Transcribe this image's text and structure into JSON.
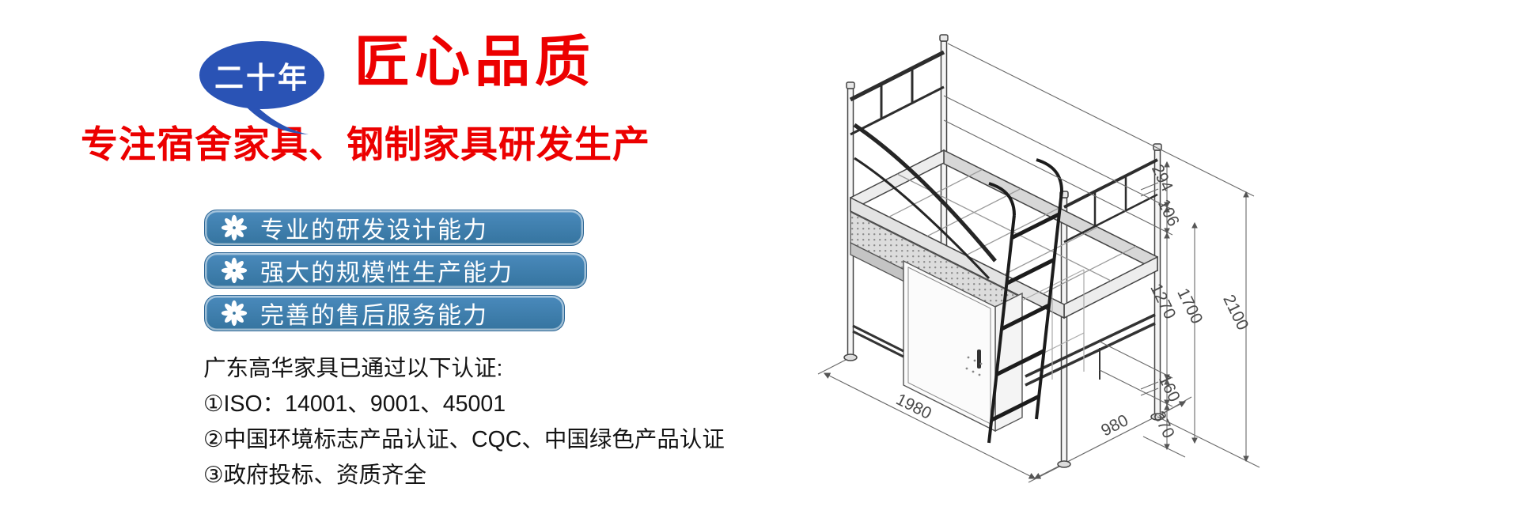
{
  "brand": {
    "badge": "二十年",
    "title": "匠心品质",
    "subtitle": "专注宿舍家具、钢制家具研发生产"
  },
  "features": [
    {
      "label": "专业的研发设计能力"
    },
    {
      "label": "强大的规模性生产能力"
    },
    {
      "label": "完善的售后服务能力"
    }
  ],
  "certifications": {
    "heading": "广东高华家具已通过以下认证:",
    "items": [
      "①ISO：14001、9001、45001",
      "②中国环境标志产品认证、CQC、中国绿色产品认证",
      "③政府投标、资质齐全"
    ]
  },
  "diagram": {
    "type": "loft-bed-technical-drawing",
    "dims": {
      "d294": "294",
      "d106": "106",
      "d1270": "1270",
      "d1700": "1700",
      "d2100": "2100",
      "d160": "160",
      "d370": "370",
      "d1980": "1980",
      "d980": "980"
    }
  },
  "colors": {
    "red": "#ec0000",
    "bubble_blue": "#2a53b5",
    "bar_blue_top": "#4a8abc",
    "bar_blue_bottom": "#35749f",
    "line_gray": "#4a4a4a"
  }
}
